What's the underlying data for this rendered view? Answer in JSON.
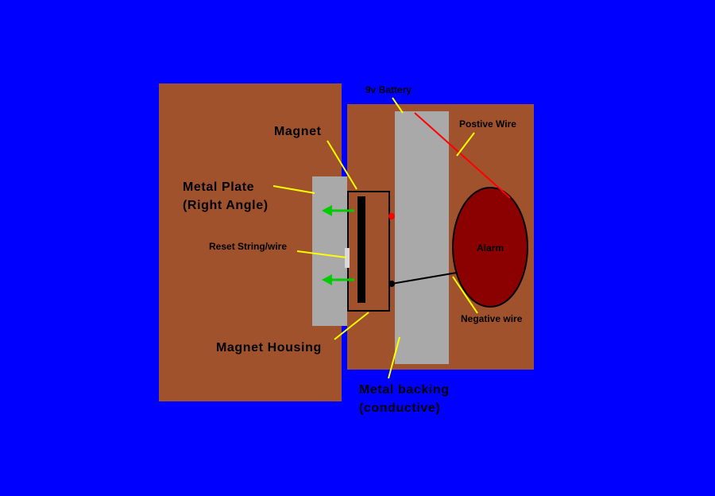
{
  "colors": {
    "background": "#0000FF",
    "wood": "#A0522D",
    "metal": "#A9A9A9",
    "alarm_fill": "#8B0000",
    "label_line": "#FFFF00",
    "positive_wire": "#FF0000",
    "negative_wire": "#000000",
    "arrow": "#00CC00",
    "magnet_bar": "#000000",
    "reset_string": "#D9D9D9",
    "text": "#000000"
  },
  "diagram": {
    "labels": {
      "battery": "9v Battery",
      "positive_wire": "Postive Wire",
      "magnet": "Magnet",
      "metal_plate_line1": "Metal Plate",
      "metal_plate_line2": "(Right Angle)",
      "reset_string": "Reset String/wire",
      "alarm": "Alarm",
      "negative_wire": "Negative wire",
      "magnet_housing": "Magnet Housing",
      "metal_backing_line1": "Metal backing",
      "metal_backing_line2": "(conductive)"
    }
  }
}
